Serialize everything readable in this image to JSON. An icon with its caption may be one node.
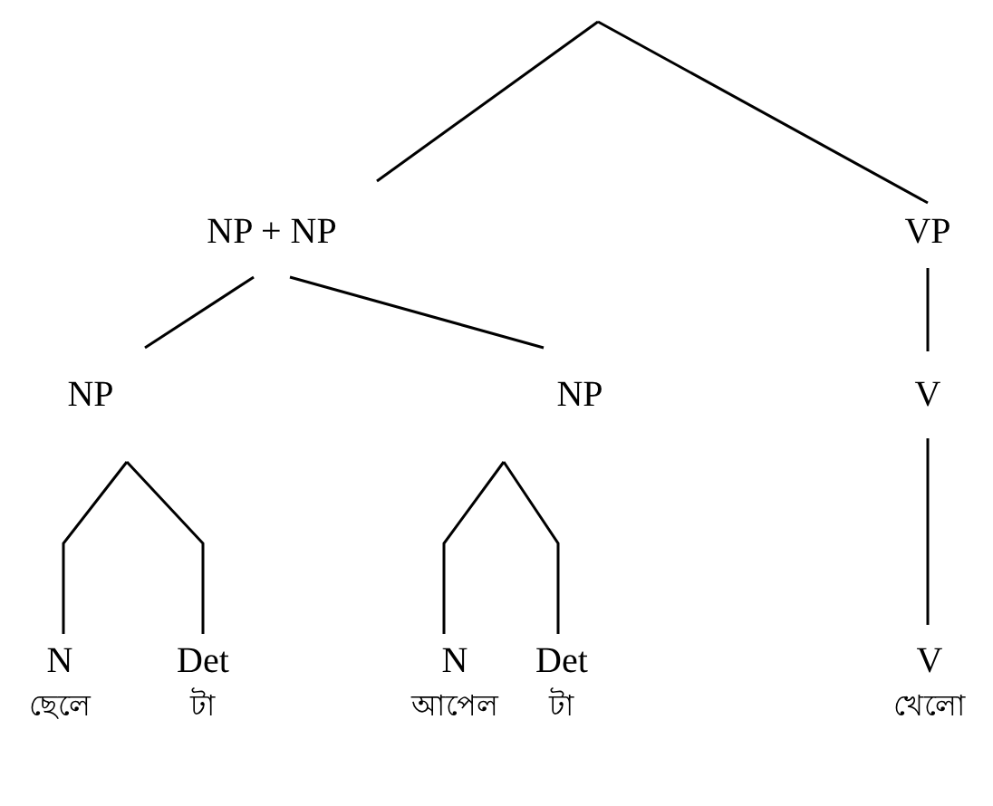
{
  "diagram": {
    "nodes": [
      {
        "text": [
          "NP + NP"
        ]
      },
      {
        "text": [
          "VP"
        ]
      },
      {
        "text": [
          "NP"
        ]
      },
      {
        "text": [
          "NP"
        ]
      },
      {
        "text": [
          "V"
        ]
      },
      {
        "text": [
          "N",
          "ছেলে"
        ]
      },
      {
        "text": [
          "Det",
          "টা"
        ]
      },
      {
        "text": [
          "N",
          "আপেল"
        ]
      },
      {
        "text": [
          "Det",
          "টা"
        ]
      },
      {
        "text": [
          "V",
          "খেলো"
        ]
      }
    ],
    "edges": [
      {
        "from": null,
        "to": 0,
        "arrow": "none"
      },
      {
        "from": null,
        "to": 1,
        "arrow": "none"
      },
      {
        "from": 0,
        "to": 2,
        "arrow": "none"
      },
      {
        "from": 0,
        "to": 3,
        "arrow": "none"
      },
      {
        "from": 1,
        "to": 4,
        "arrow": "none"
      },
      {
        "from": 2,
        "to": 5,
        "arrow": "none"
      },
      {
        "from": 2,
        "to": 6,
        "arrow": "none"
      },
      {
        "from": 3,
        "to": 7,
        "arrow": "none"
      },
      {
        "from": 3,
        "to": 8,
        "arrow": "none"
      },
      {
        "from": 4,
        "to": 9,
        "arrow": "none"
      }
    ]
  }
}
